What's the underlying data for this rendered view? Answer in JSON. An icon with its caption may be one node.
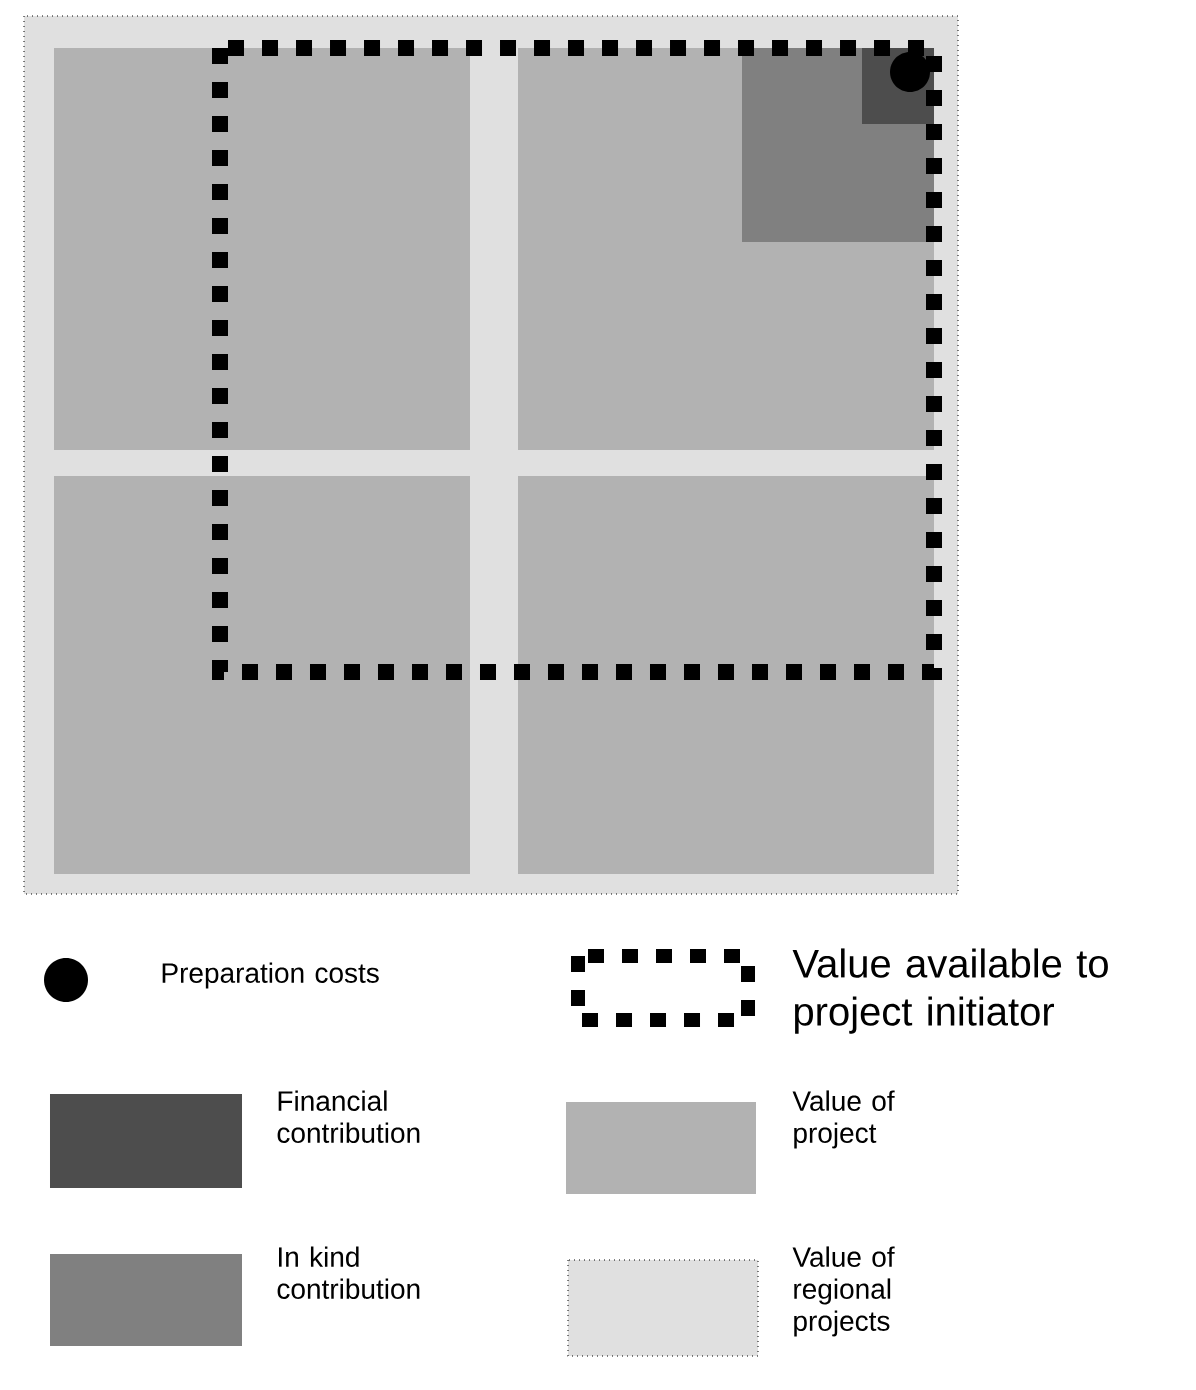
{
  "diagram": {
    "legend": [
      {
        "text": "Preparation costs"
      },
      {
        "text": "Value available to project initiator"
      },
      {
        "text": "Financial contribution",
        "color": "#4d4d4d"
      },
      {
        "text": "Value of project",
        "color": "#b2b2b2"
      },
      {
        "text": "In kind contribution",
        "color": "#808080"
      },
      {
        "text": "Value of regional projects",
        "color": "#e0e0e0"
      }
    ]
  }
}
